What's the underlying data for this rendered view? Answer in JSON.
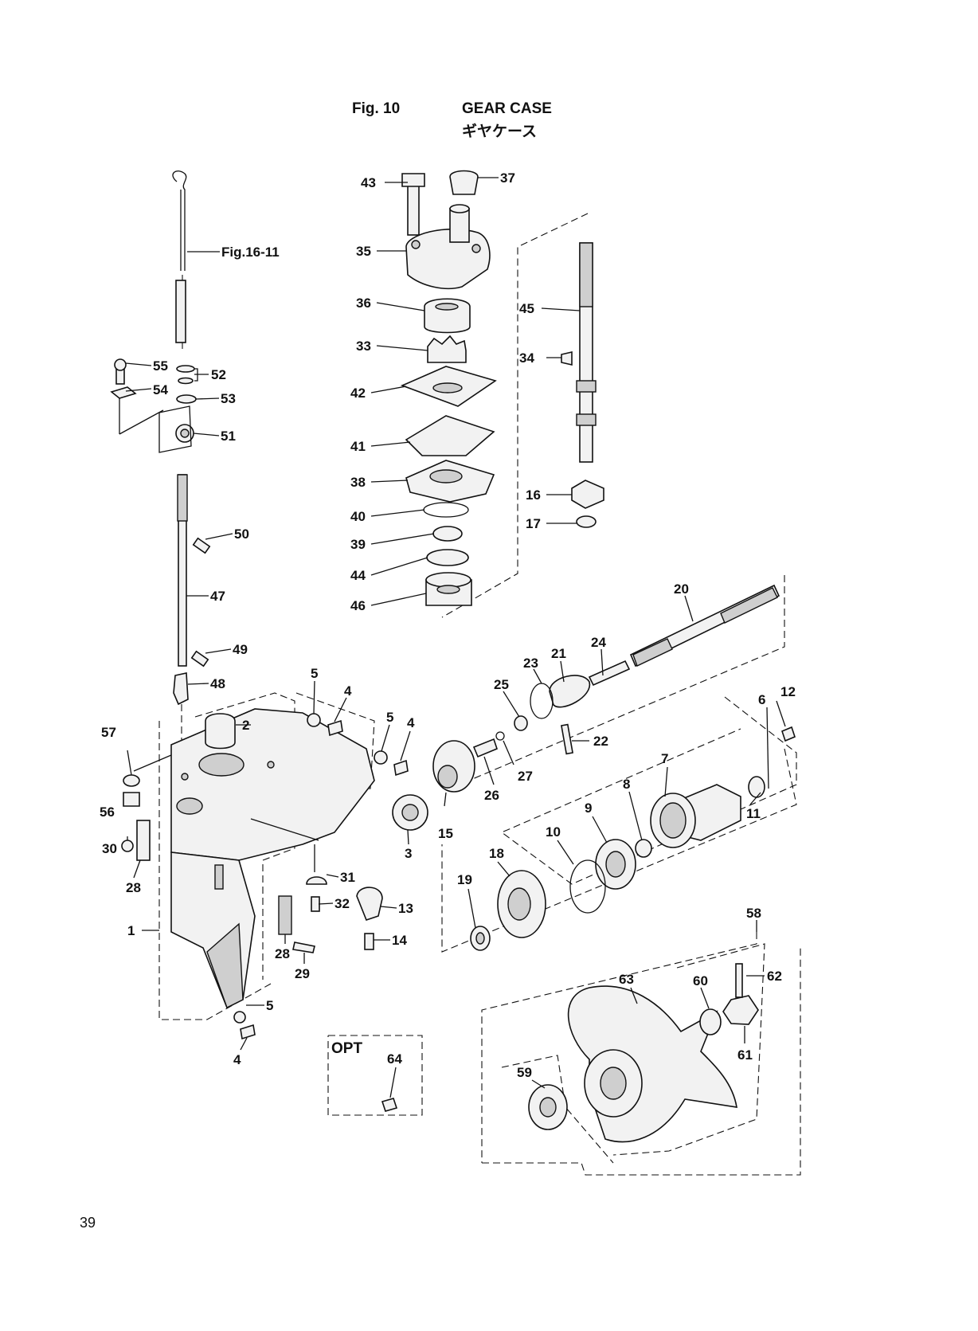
{
  "header": {
    "figure_number": "Fig. 10",
    "title": "GEAR CASE",
    "title_ja": "ギヤケース"
  },
  "page_number": "39",
  "reference": "Fig.16-11",
  "option_box_label": "OPT",
  "callouts": {
    "c1": "1",
    "c2": "2",
    "c3": "3",
    "c4a": "4",
    "c4b": "4",
    "c4c": "4",
    "c5a": "5",
    "c5b": "5",
    "c5c": "5",
    "c6": "6",
    "c7": "7",
    "c8": "8",
    "c9": "9",
    "c10": "10",
    "c11": "11",
    "c12": "12",
    "c13": "13",
    "c14": "14",
    "c15": "15",
    "c16": "16",
    "c17": "17",
    "c18": "18",
    "c19": "19",
    "c20": "20",
    "c21": "21",
    "c22": "22",
    "c23": "23",
    "c24": "24",
    "c25": "25",
    "c26": "26",
    "c27": "27",
    "c28a": "28",
    "c28b": "28",
    "c29": "29",
    "c30": "30",
    "c31": "31",
    "c32": "32",
    "c33": "33",
    "c34": "34",
    "c35": "35",
    "c36": "36",
    "c37": "37",
    "c38": "38",
    "c39": "39",
    "c40": "40",
    "c41": "41",
    "c42": "42",
    "c43": "43",
    "c44": "44",
    "c45": "45",
    "c46": "46",
    "c47": "47",
    "c48": "48",
    "c49": "49",
    "c50": "50",
    "c51": "51",
    "c52": "52",
    "c53": "53",
    "c54": "54",
    "c55": "55",
    "c56": "56",
    "c57": "57",
    "c58": "58",
    "c59": "59",
    "c60": "60",
    "c61": "61",
    "c62": "62",
    "c63": "63",
    "c64": "64"
  }
}
